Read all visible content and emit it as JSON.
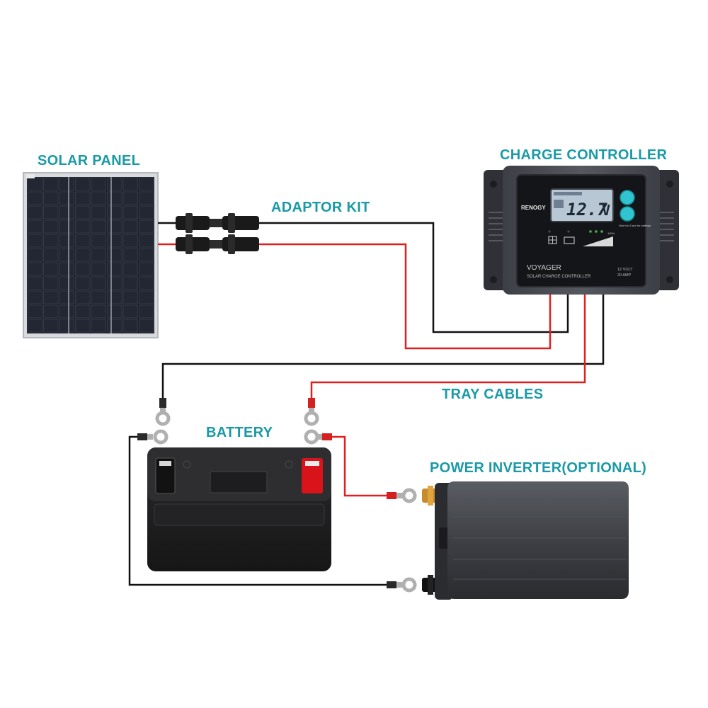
{
  "labels": {
    "solar_panel": "SOLAR PANEL",
    "adaptor_kit": "ADAPTOR KIT",
    "charge_controller": "CHARGE CONTROLLER",
    "tray_cables": "TRAY CABLES",
    "battery": "BATTERY",
    "power_inverter": "POWER INVERTER(OPTIONAL)"
  },
  "controller": {
    "brand": "RENOGY",
    "display_value": "12.7",
    "display_unit": "V",
    "model": "VOYAGER",
    "subtitle": "SOLAR CHARGE CONTROLLER",
    "rating_volt": "12 VOLT",
    "rating_amp": "20 AMP",
    "hint": "Hold for 3 sec for settings",
    "level": "100%"
  },
  "colors": {
    "label": "#1a9aa6",
    "wire_positive": "#e02020",
    "wire_negative": "#111111",
    "controller_body": "#4a4d55",
    "button": "#2fc4cf"
  }
}
